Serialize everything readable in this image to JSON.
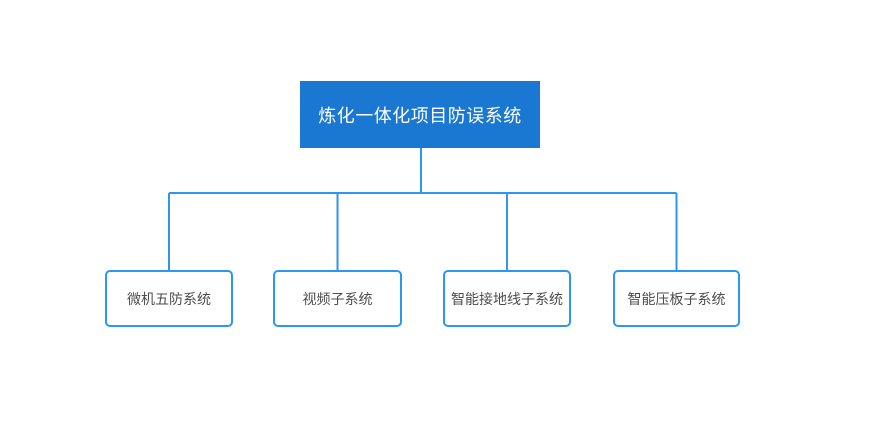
{
  "diagram": {
    "type": "org-tree",
    "root": {
      "label": "炼化一体化项目防误系统"
    },
    "children": [
      {
        "label": "微机五防系统"
      },
      {
        "label": "视频子系统"
      },
      {
        "label": "智能接地线子系统"
      },
      {
        "label": "智能压板子系统"
      }
    ]
  },
  "colors": {
    "root_fill": "#1a78d2",
    "root_text": "#ffffff",
    "line": "#2d96f0",
    "child_text": "#4d4d4d",
    "background": "#ffffff"
  }
}
